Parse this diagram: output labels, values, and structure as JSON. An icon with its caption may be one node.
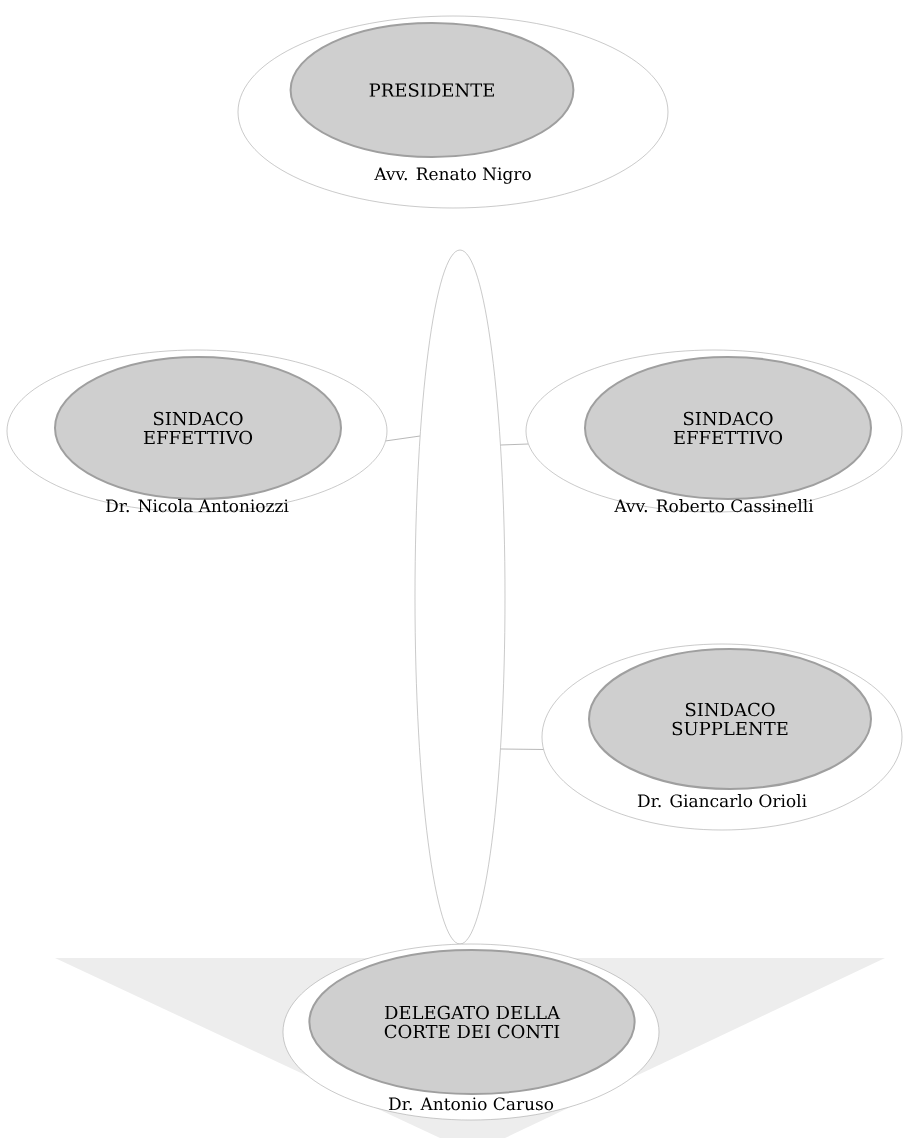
{
  "diagram": {
    "nodes": [
      {
        "text": [
          "Avv. Renato Nigro"
        ]
      },
      {
        "text": [
          "PRESIDENTE"
        ],
        "in": 0
      },
      {
        "text": [],
        "shape": "ellipse"
      },
      {
        "text": [
          "Dr. Nicola Antoniozzi"
        ]
      },
      {
        "text": [
          "SINDACO EFFETTIVO"
        ],
        "in": 3
      },
      {
        "text": [
          "Avv. Roberto Cassinelli"
        ]
      },
      {
        "text": [
          "SINDACO EFFETTIVO"
        ],
        "in": 5
      },
      {
        "text": [
          "Dr. Giancarlo Orioli"
        ]
      },
      {
        "text": [
          "SINDACO SUPPLENTE"
        ],
        "in": 7
      },
      {
        "text": [
          "Dr. Antonio Caruso"
        ]
      },
      {
        "text": [
          "DELEGATO DELLA CORTE DEI CONTI"
        ],
        "in": 9
      }
    ],
    "edges": [
      {
        "from": 3,
        "to": 2,
        "arrow": "none"
      },
      {
        "from": 2,
        "to": 5,
        "arrow": "none"
      },
      {
        "from": 2,
        "to": 7,
        "arrow": "none"
      }
    ]
  }
}
